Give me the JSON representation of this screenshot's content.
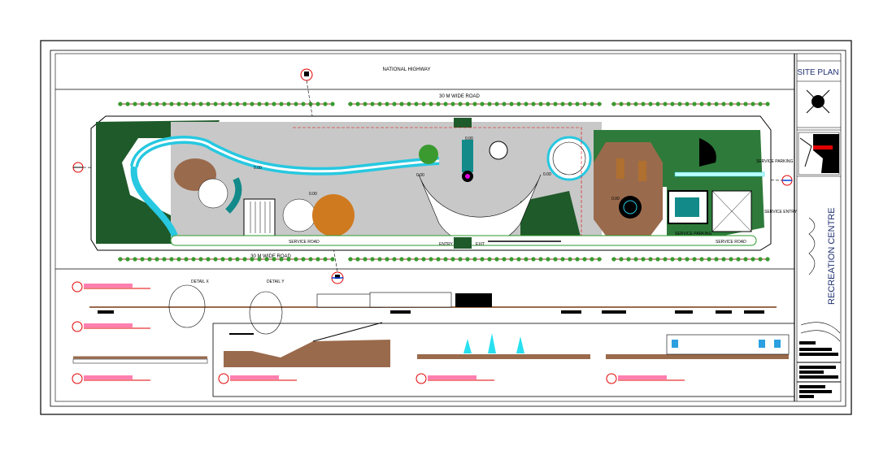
{
  "title_block": {
    "sheet_title": "SITE PLAN",
    "project_name": "RECREATION CENTRE"
  },
  "site_plan": {
    "highway_label": "NATIONAL HIGHWAY",
    "road_top_label": "30 M WIDE ROAD",
    "road_bottom_label": "30 M WIDE ROAD",
    "service_road_left": "SERVICE ROAD",
    "service_road_right": "SERVICE ROAD",
    "service_parking_top": "SERVICE PARKING",
    "service_parking_bottom": "SERVICE PARKING",
    "service_entry": "SERVICE ENTRY",
    "entry_label": "ENTRY",
    "exit_label": "EXIT",
    "level_labels": [
      "0.00",
      "0.00",
      "0.00",
      "0.00",
      "0.00",
      "0.00"
    ]
  },
  "sections": {
    "detail_x": "DETAIL X",
    "detail_y": "DETAIL Y"
  },
  "colors": {
    "grass": "#1f5a2a",
    "paving": "#c8c8c8",
    "water": "#27c8e0",
    "earth": "#9a6a4c",
    "section_line": "#e8006a",
    "marker": "#e00000"
  }
}
